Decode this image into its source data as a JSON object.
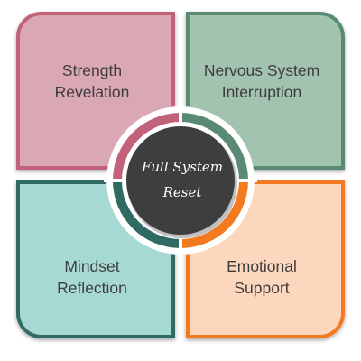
{
  "diagram": {
    "center": {
      "title_line1": "Full System",
      "title_line2": "Reset"
    },
    "quadrants": [
      {
        "id": "strength",
        "line1": "Strength",
        "line2": "Revelation"
      },
      {
        "id": "nervous",
        "line1": "Nervous System",
        "line2": "Interruption"
      },
      {
        "id": "mindset",
        "line1": "Mindset",
        "line2": "Reflection"
      },
      {
        "id": "emotional",
        "line1": "Emotional",
        "line2": "Support"
      }
    ]
  },
  "colors": {
    "strength_fill": "#daa7b4",
    "strength_border": "#c1627a",
    "nervous_fill": "#a3c3b1",
    "nervous_border": "#5b8a74",
    "mindset_fill": "#a6d9d3",
    "mindset_border": "#2f6b63",
    "emotional_fill": "#fcd6bd",
    "emotional_border": "#f47a20",
    "center_fill": "#3e3e3e",
    "text": "#3d3d3d"
  }
}
